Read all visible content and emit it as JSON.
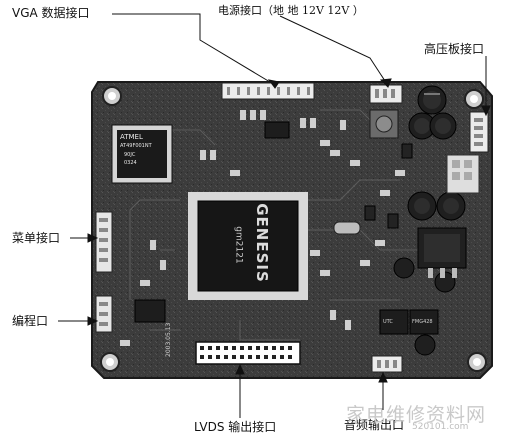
{
  "labels": {
    "vga": "VGA 数据接口",
    "power": "电源接口（地  地  12V 12V  ）",
    "inverter": "高压板接口",
    "menu": "菜单接口",
    "program": "编程口",
    "lvds": "LVDS 输出接口",
    "audio": "音频输出口"
  },
  "chip_text": {
    "main_brand": "GENESIS",
    "main_model": "gm2121",
    "flash_brand": "ATMEL",
    "flash_part": "AT49F001NT",
    "flash_code": "90JC",
    "flash_date": "0324",
    "board_code": "2003.05.13",
    "ic2": "FMG428",
    "ic3": "UTC"
  },
  "watermark": {
    "title": "家电维修资料网",
    "url": "520101.com"
  },
  "colors": {
    "board": "#3a3a3a",
    "board_edge": "#1c1c1c",
    "trace": "#5a5a5a",
    "connector": "#e8e8e8",
    "label": "#111111"
  }
}
